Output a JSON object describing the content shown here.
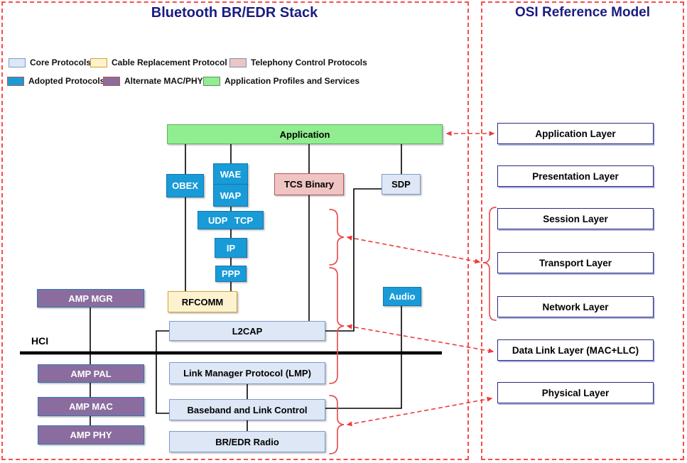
{
  "titles": {
    "left": "Bluetooth BR/EDR Stack",
    "right": "OSI Reference Model"
  },
  "legend": {
    "items": [
      {
        "id": "core-protocols",
        "label": "Core Protocols",
        "fill": "#dde7f6",
        "border": "#7e9cc9"
      },
      {
        "id": "cable-replacement",
        "label": "Cable Replacement Protocol",
        "fill": "#fcf2cf",
        "border": "#d2a42a"
      },
      {
        "id": "telephony-control",
        "label": "Telephony Control Protocols",
        "fill": "#f0c4c2",
        "border": "#7295be"
      },
      {
        "id": "adopted-protocols",
        "label": "Adopted Protocols",
        "fill": "#199bd8",
        "border": "#b25959"
      },
      {
        "id": "alternate-mac-phy",
        "label": "Alternate MAC/PHY",
        "fill": "#8a6d9e",
        "border": "#b25959"
      },
      {
        "id": "application-profiles",
        "label": "Application Profiles and Services",
        "fill": "#90ee90",
        "border": "#5f8f5f"
      }
    ]
  },
  "stack": {
    "application": "Application",
    "obex": "OBEX",
    "wae": "WAE",
    "wap": "WAP",
    "tcs_binary": "TCS Binary",
    "sdp": "SDP",
    "udp": "UDP",
    "tcp": "TCP",
    "ip": "IP",
    "ppp": "PPP",
    "rfcomm": "RFCOMM",
    "amp_mgr": "AMP MGR",
    "audio": "Audio",
    "l2cap": "L2CAP",
    "hci": "HCI",
    "amp_pal": "AMP PAL",
    "lmp": "Link Manager Protocol (LMP)",
    "amp_mac": "AMP MAC",
    "baseband": "Baseband and Link Control",
    "amp_phy": "AMP PHY",
    "radio": "BR/EDR Radio"
  },
  "osi": {
    "layers": [
      "Application Layer",
      "Presentation Layer",
      "Session Layer",
      "Transport Layer",
      "Network Layer",
      "Data Link Layer (MAC+LLC)",
      "Physical Layer"
    ]
  },
  "colors": {
    "title_navy": "#1b1b82",
    "panel_dashed_red": "#fa4b4b",
    "arrow_red": "#ee3b3b",
    "brace_red": "#e85050",
    "adopted_blue": "#199bd8",
    "profile_green": "#90ee90",
    "amp_purple": "#8a6d9e",
    "core_lavender": "#dde7f6",
    "cable_yellow": "#fcf2cf",
    "telephony_pink": "#f0c4c2",
    "osi_border_navy": "#2b2b80",
    "connector_black": "#000000"
  }
}
